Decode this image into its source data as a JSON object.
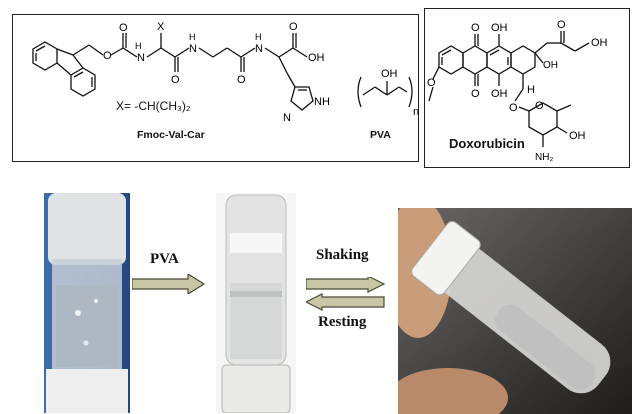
{
  "structures": {
    "fmoc_compound": {
      "name": "Fmoc-Val-Car",
      "substituent_definition": "X= -CH(CH₃)₂",
      "x_label": "X",
      "atoms": {
        "O": "O",
        "H": "H",
        "N": "N",
        "OH": "OH",
        "NH": "NH"
      }
    },
    "pva": {
      "name": "PVA",
      "oh": "OH",
      "n": "n"
    },
    "doxorubicin": {
      "name": "Doxorubicin",
      "o": "O",
      "oh": "OH",
      "h": "H",
      "nh2": "NH₂"
    }
  },
  "process": {
    "step1_label": "PVA",
    "step2_forward_label": "Shaking",
    "step2_reverse_label": "Resting"
  },
  "colors": {
    "arrow_fill": "#c9c6a6",
    "arrow_stroke": "#4b4936",
    "border": "#222222"
  }
}
